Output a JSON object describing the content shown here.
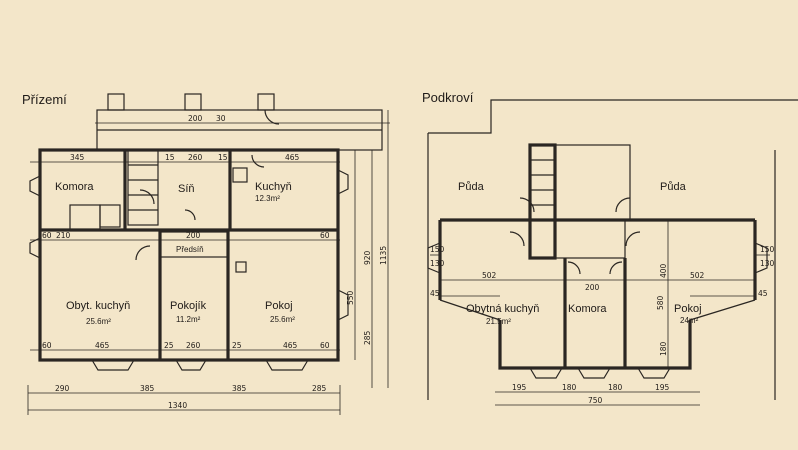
{
  "ground_floor": {
    "title": "Přízemí",
    "rooms": {
      "komora": "Komora",
      "sin": "Síň",
      "kuchyn": "Kuchyň",
      "kuchyn_area": "12.3m²",
      "predsin": "Předsíň",
      "obyt_kuchyn": "Obyt. kuchyň",
      "obyt_kuchyn_area": "25.6m²",
      "pokojik": "Pokojík",
      "pokojik_area": "11.2m²",
      "pokoj": "Pokoj",
      "pokoj_area": "25.6m²"
    },
    "dims": {
      "top_345": "345",
      "top_15a": "15",
      "top_260": "260",
      "top_15b": "15",
      "top_465": "465",
      "mid_210": "210",
      "mid_200": "200",
      "mid_60a": "60",
      "mid_60b": "60",
      "bot_465a": "465",
      "bot_260": "260",
      "bot_465b": "465",
      "bot_60a": "60",
      "bot_60b": "60",
      "bot_25a": "25",
      "bot_25b": "25",
      "base_290": "290",
      "base_385a": "385",
      "base_385b": "385",
      "base_285": "285",
      "total_1340": "1340",
      "side_550": "550",
      "side_920": "920",
      "side_1135": "1135",
      "side_285": "285",
      "top_200": "200",
      "top_30": "30"
    }
  },
  "attic": {
    "title": "Podkroví",
    "rooms": {
      "puda_left": "Půda",
      "puda_right": "Půda",
      "obytna_kuchyn": "Obytná kuchyň",
      "obytna_kuchyn_area": "21.5m²",
      "komora": "Komora",
      "pokoj": "Pokoj",
      "pokoj_area": "24m²"
    },
    "dims": {
      "d502a": "502",
      "d502b": "502",
      "d400": "400",
      "d580": "580",
      "d180v": "180",
      "d200": "200",
      "d195a": "195",
      "d180a": "180",
      "d180b": "180",
      "d195b": "195",
      "d750": "750",
      "d150a": "150",
      "d130a": "130",
      "d150b": "150",
      "d130b": "130",
      "d45a": "45",
      "d45b": "45"
    }
  }
}
